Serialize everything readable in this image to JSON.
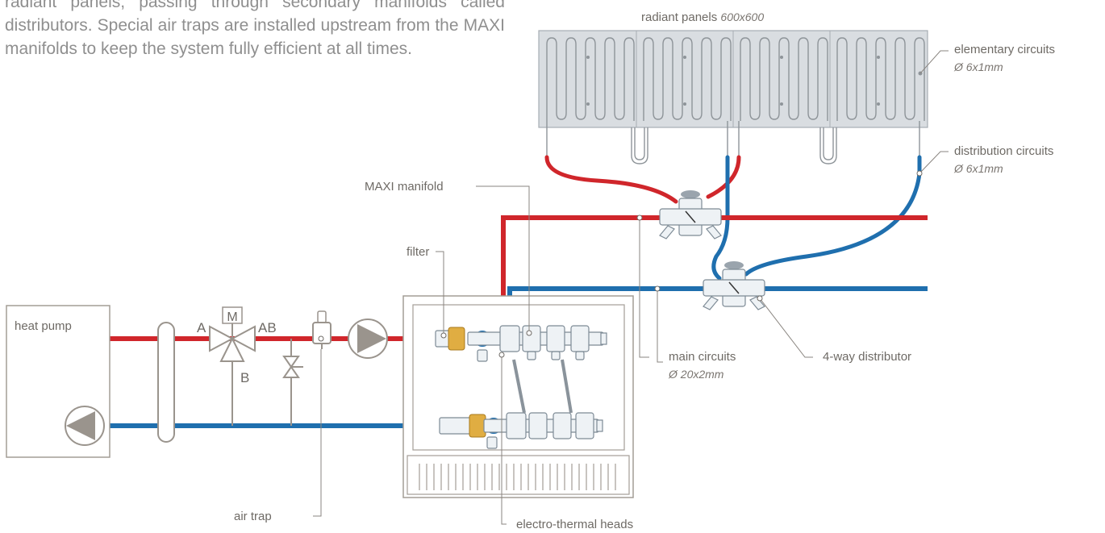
{
  "intro_text": "radiant panels, passing through secondary manifolds called distributors. Special air traps are installed upstream from the MAXI manifolds to keep the system fully efficient at all times.",
  "labels": {
    "radiant_panels": "radiant panels",
    "radiant_panels_size": "600x600",
    "elementary_circuits": "elementary circuits",
    "elementary_circuits_dim": "Ø 6x1mm",
    "distribution_circuits": "distribution circuits",
    "distribution_circuits_dim": "Ø 6x1mm",
    "maxi_manifold": "MAXI manifold",
    "filter": "filter",
    "heat_pump": "heat pump",
    "valve_m": "M",
    "port_a": "A",
    "port_ab": "AB",
    "port_b": "B",
    "main_circuits": "main circuits",
    "main_circuits_dim": "Ø 20x2mm",
    "four_way_distributor": "4-way distributor",
    "air_trap": "air trap",
    "electro_thermal_heads": "electro-thermal heads"
  },
  "colors": {
    "supply": "#d0262b",
    "return": "#1f6fae",
    "text": "#6e6a65",
    "panel_fill": "#d9dde1"
  }
}
